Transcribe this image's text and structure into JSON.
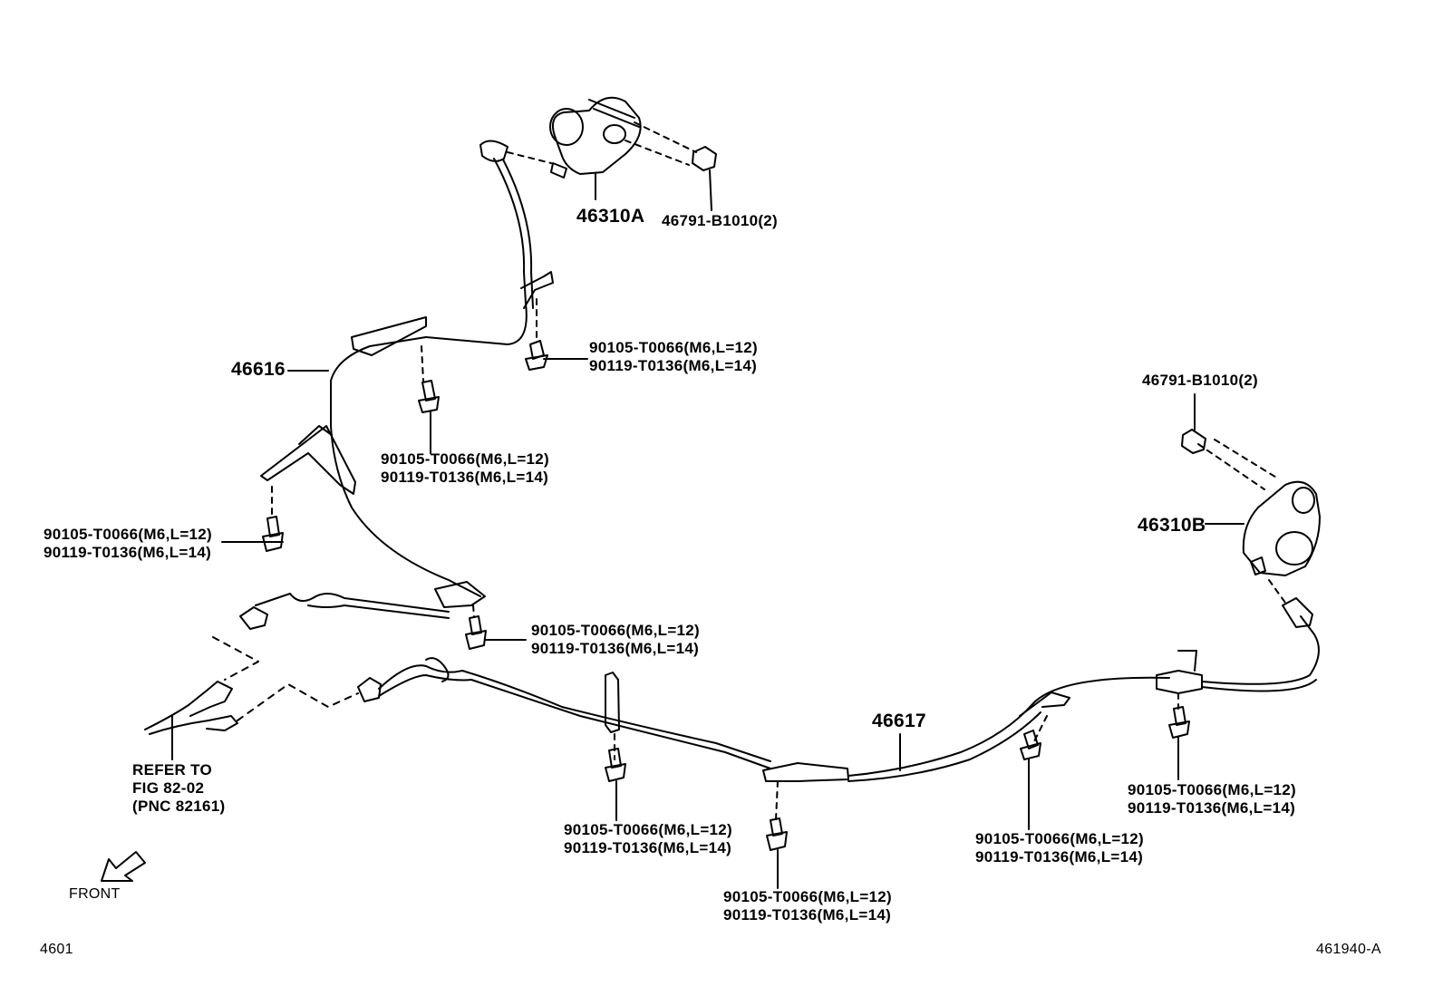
{
  "parts": {
    "actuator_left": "46310A",
    "actuator_right": "46310B",
    "bolt_top": "46791-B1010(2)",
    "bolt_right": "46791-B1010(2)",
    "cable_front": "46616",
    "cable_rear": "46617"
  },
  "bolt_pair": {
    "line1": "90105-T0066(M6,L=12)",
    "line2": "90119-T0136(M6,L=14)"
  },
  "refer": {
    "line1": "REFER TO",
    "line2": "FIG 82-02",
    "line3": "(PNC 82161)"
  },
  "front_label": "FRONT",
  "page_code": "4601",
  "figure_code": "461940-A"
}
